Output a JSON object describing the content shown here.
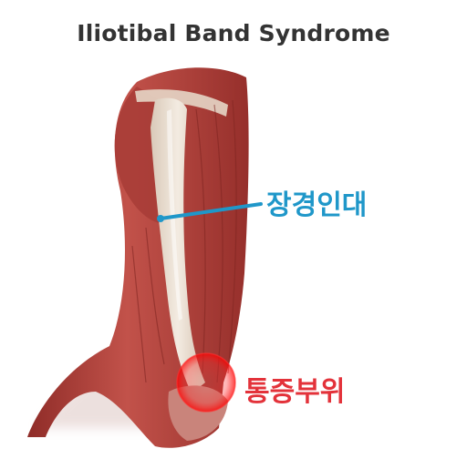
{
  "title": "Iliotibal Band Syndrome",
  "labels": {
    "it_band": "장경인대",
    "pain_area": "통증부위"
  },
  "colors": {
    "title": "#333333",
    "it_band_label": "#1f97c9",
    "pain_label": "#e3323a",
    "muscle": "#b8453e",
    "tendon": "#e9ddd0"
  }
}
